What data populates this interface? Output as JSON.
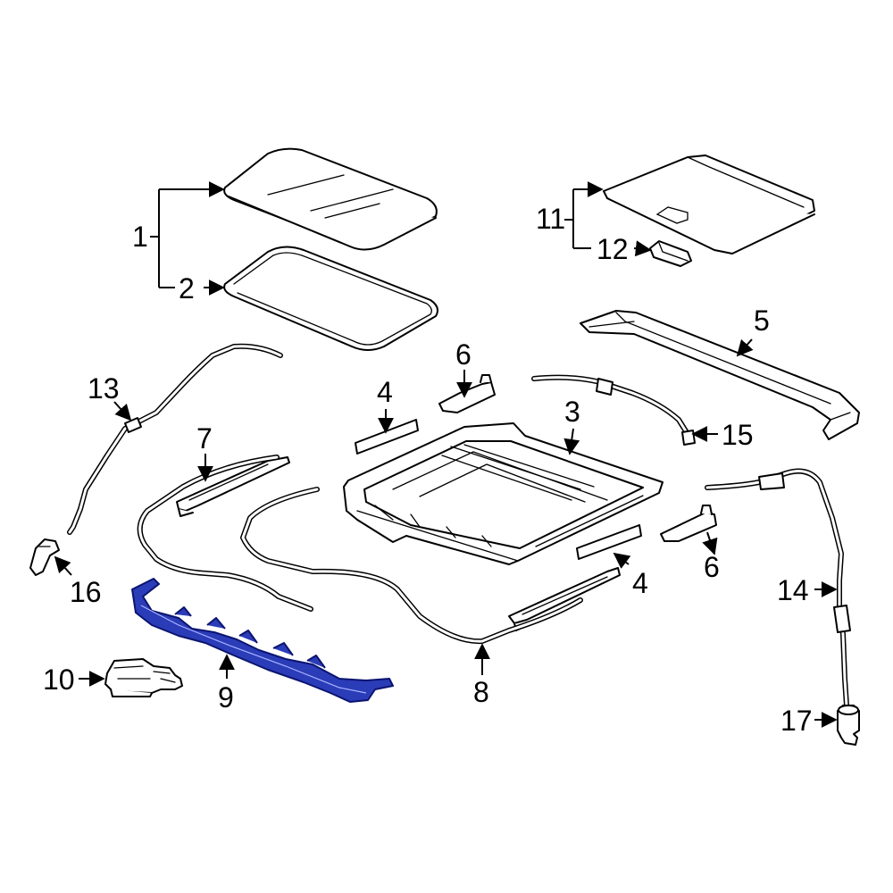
{
  "colors": {
    "line": "#000000",
    "background": "#ffffff",
    "highlight": "#2b3cb8"
  },
  "callouts": {
    "c1": "1",
    "c2": "2",
    "c3": "3",
    "c4a": "4",
    "c4b": "4",
    "c5": "5",
    "c6a": "6",
    "c6b": "6",
    "c7": "7",
    "c8": "8",
    "c9": "9",
    "c10": "10",
    "c11": "11",
    "c12": "12",
    "c13": "13",
    "c14": "14",
    "c15": "15",
    "c16": "16",
    "c17": "17"
  },
  "highlighted_part": "9"
}
